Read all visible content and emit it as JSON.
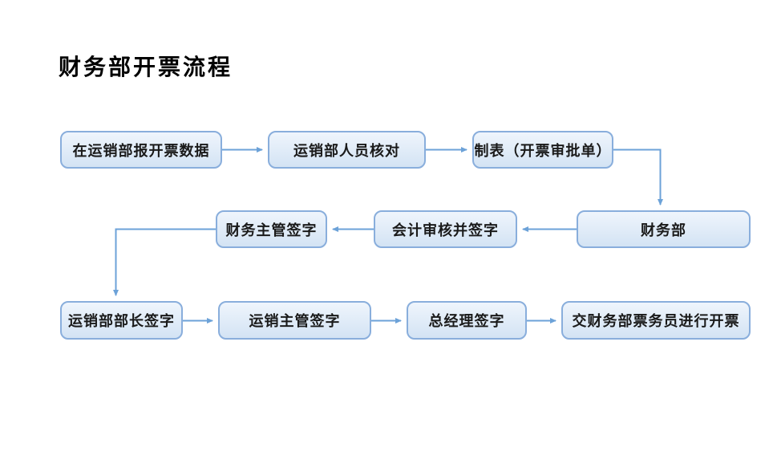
{
  "title": "财务部开票流程",
  "colors": {
    "background": "#FFFFFF",
    "node_border": "#89AEDC",
    "node_fill_top": "#EFF5FC",
    "node_fill_bottom": "#D3E3F4",
    "connector": "#6CA2D8",
    "text": "#1A1A1A"
  },
  "nodes": [
    {
      "id": "report",
      "label": "在运销部报开票数据"
    },
    {
      "id": "check",
      "label": "运销部人员核对"
    },
    {
      "id": "tabulate",
      "label": "制表（开票审批单）"
    },
    {
      "id": "findept",
      "label": "财务部"
    },
    {
      "id": "account",
      "label": "会计审核并签字"
    },
    {
      "id": "finsup",
      "label": "财务主管签字"
    },
    {
      "id": "minister",
      "label": "运销部部长签字"
    },
    {
      "id": "salessup",
      "label": "运销主管签字"
    },
    {
      "id": "gm",
      "label": "总经理签字"
    },
    {
      "id": "final",
      "label": "交财务部票务员进行开票"
    }
  ],
  "edges": [
    {
      "from": "report",
      "to": "check"
    },
    {
      "from": "check",
      "to": "tabulate"
    },
    {
      "from": "tabulate",
      "to": "findept"
    },
    {
      "from": "findept",
      "to": "account"
    },
    {
      "from": "account",
      "to": "finsup"
    },
    {
      "from": "finsup",
      "to": "minister"
    },
    {
      "from": "minister",
      "to": "salessup"
    },
    {
      "from": "salessup",
      "to": "gm"
    },
    {
      "from": "gm",
      "to": "final"
    }
  ]
}
